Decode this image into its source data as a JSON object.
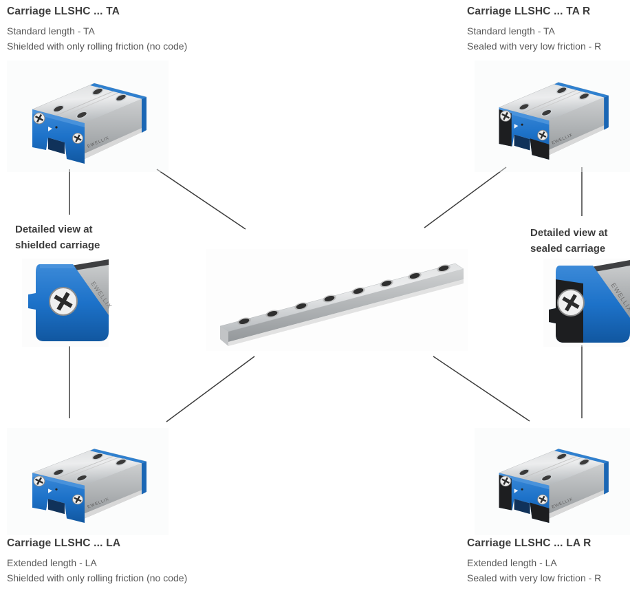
{
  "brand": "EWELLIX",
  "colors": {
    "accent_blue": "#1d72c9",
    "seal_black": "#1d1e20",
    "metal_gray": "#c4c7c9",
    "text": "#3d3d3d",
    "connector_line": "#3d3d3d",
    "background": "#ffffff"
  },
  "cards": {
    "top_left": {
      "title": "Carriage LLSHC ... TA",
      "line1": "Standard length - TA",
      "line2": "Shielded with only rolling friction (no code)"
    },
    "top_right": {
      "title": "Carriage LLSHC ... TA R",
      "line1": "Standard length - TA",
      "line2": "Sealed with very low friction - R"
    },
    "bottom_left": {
      "title": "Carriage LLSHC ... LA",
      "line1": "Extended length - LA",
      "line2": "Shielded with only rolling friction (no code)"
    },
    "bottom_right": {
      "title": "Carriage LLSHC ... LA R",
      "line1": "Extended length - LA",
      "line2": "Sealed with very low friction - R"
    }
  },
  "detail_labels": {
    "left": {
      "line1": "Detailed view at",
      "line2": "shielded carriage"
    },
    "right": {
      "line1": "Detailed view at",
      "line2": "sealed carriage"
    }
  }
}
